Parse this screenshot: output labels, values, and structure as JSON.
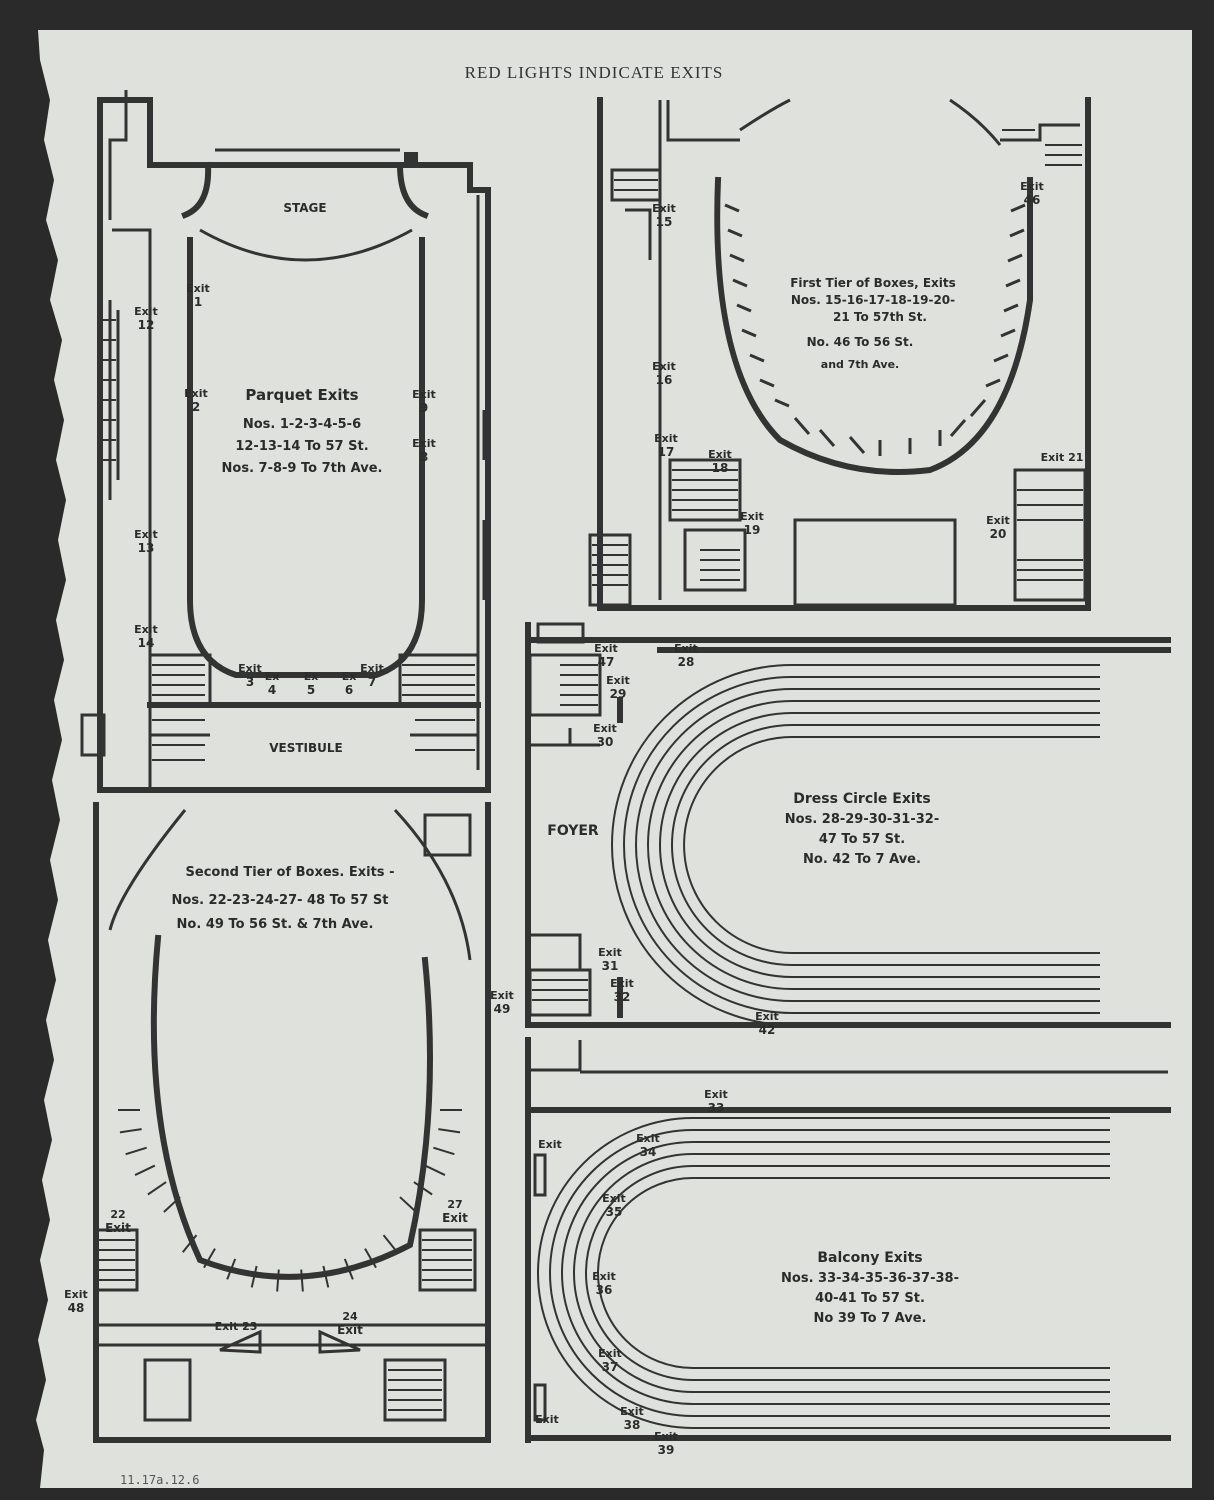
{
  "header": "RED LIGHTS INDICATE EXITS",
  "parquet": {
    "stage": "STAGE",
    "title": "Parquet Exits",
    "line1": "Nos. 1-2-3-4-5-6",
    "line2": "12-13-14 To 57 St.",
    "line3": "Nos. 7-8-9 To 7th Ave.",
    "vestibule": "VESTIBULE",
    "exits": [
      {
        "top": "Exit",
        "bottom": "1"
      },
      {
        "top": "Exit",
        "bottom": "2"
      },
      {
        "top": "Exit",
        "bottom": "3"
      },
      {
        "top": "Ex",
        "bottom": "4"
      },
      {
        "top": "Ex",
        "bottom": "5"
      },
      {
        "top": "Ex",
        "bottom": "6"
      },
      {
        "top": "Exit",
        "bottom": "7"
      },
      {
        "top": "Exit",
        "bottom": "8"
      },
      {
        "top": "Exit",
        "bottom": "9"
      },
      {
        "top": "Exit",
        "bottom": "12"
      },
      {
        "top": "Exit",
        "bottom": "13"
      },
      {
        "top": "Exit",
        "bottom": "14"
      }
    ]
  },
  "first_tier": {
    "line1": "First Tier of Boxes, Exits",
    "line2": "Nos. 15-16-17-18-19-20-",
    "line3": "21 To 57th St.",
    "line4": "No. 46 To 56 St.",
    "line5": "and 7th Ave.",
    "exits": [
      {
        "top": "Exit",
        "bottom": "15"
      },
      {
        "top": "Exit",
        "bottom": "16"
      },
      {
        "top": "Exit",
        "bottom": "17"
      },
      {
        "top": "Exit",
        "bottom": "18"
      },
      {
        "top": "Exit",
        "bottom": "19"
      },
      {
        "top": "Exit",
        "bottom": "20"
      },
      {
        "top": "Exit 21",
        "bottom": ""
      },
      {
        "top": "Exit",
        "bottom": "46"
      }
    ]
  },
  "second_tier": {
    "line1": "Second Tier of Boxes. Exits -",
    "line2": "Nos. 22-23-24-27- 48 To 57 St",
    "line3": "No. 49 To 56 St. & 7th Ave.",
    "exits": [
      {
        "top": "22",
        "bottom": "Exit"
      },
      {
        "top": "Exit 23",
        "bottom": ""
      },
      {
        "top": "24",
        "bottom": "Exit"
      },
      {
        "top": "27",
        "bottom": "Exit"
      },
      {
        "top": "Exit",
        "bottom": "48"
      },
      {
        "top": "Exit",
        "bottom": "49"
      }
    ]
  },
  "dress_circle": {
    "foyer": "FOYER",
    "title": "Dress Circle Exits",
    "line1": "Nos. 28-29-30-31-32-",
    "line2": "47 To 57 St.",
    "line3": "No. 42 To 7 Ave.",
    "exits": [
      {
        "top": "Exit",
        "bottom": "47"
      },
      {
        "top": "Exit",
        "bottom": "28"
      },
      {
        "top": "Exit",
        "bottom": "29"
      },
      {
        "top": "Exit",
        "bottom": "30"
      },
      {
        "top": "Exit",
        "bottom": "31"
      },
      {
        "top": "Exit",
        "bottom": "32"
      },
      {
        "top": "Exit",
        "bottom": "42"
      }
    ]
  },
  "balcony": {
    "title": "Balcony Exits",
    "line1": "Nos. 33-34-35-36-37-38-",
    "line2": "40-41 To 57 St.",
    "line3": "No 39 To 7 Ave.",
    "exits": [
      {
        "top": "Exit",
        "bottom": "33"
      },
      {
        "top": "Exit",
        "bottom": "34"
      },
      {
        "top": "Exit",
        "bottom": "35"
      },
      {
        "top": "Exit",
        "bottom": "36"
      },
      {
        "top": "Exit",
        "bottom": "37"
      },
      {
        "top": "Exit",
        "bottom": "38"
      },
      {
        "top": "Exit",
        "bottom": "39"
      },
      {
        "top": "Exit",
        "bottom": ""
      },
      {
        "top": "Exit",
        "bottom": ""
      }
    ]
  },
  "handwritten_note": "11.17a.12.6",
  "colors": {
    "paper": "#dfe2dc",
    "ink": "#333333",
    "background": "#2a2a2a"
  }
}
